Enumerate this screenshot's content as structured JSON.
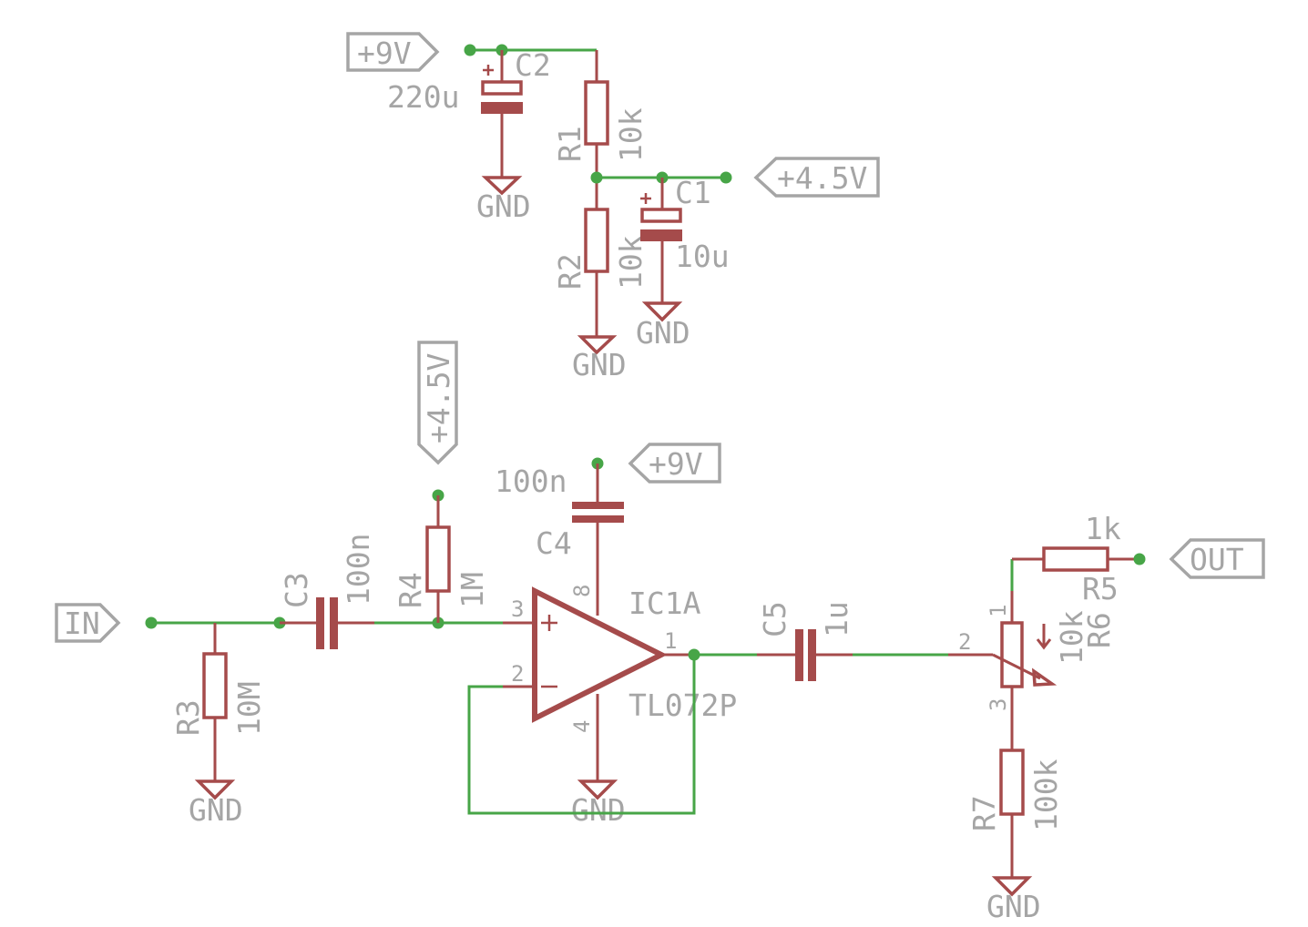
{
  "title": "TL072 buffer stage schematic",
  "colors": {
    "symbol": "#a54b4b",
    "wire": "#47a547",
    "text": "#a5a5a5",
    "background": "#ffffff"
  },
  "ports": {
    "vcc_top": "+9V",
    "vbias_right": "+4.5V",
    "vbias_vertical": "+4.5V",
    "vcc_opamp": "+9V",
    "input": "IN",
    "output": "OUT"
  },
  "components": {
    "C1": {
      "name": "C1",
      "value": "10u",
      "type": "electrolytic-capacitor"
    },
    "C2": {
      "name": "C2",
      "value": "220u",
      "type": "electrolytic-capacitor"
    },
    "C3": {
      "name": "C3",
      "value": "100n",
      "type": "capacitor"
    },
    "C4": {
      "name": "C4",
      "value": "100n",
      "type": "capacitor"
    },
    "C5": {
      "name": "C5",
      "value": "1u",
      "type": "capacitor"
    },
    "R1": {
      "name": "R1",
      "value": "10k",
      "type": "resistor"
    },
    "R2": {
      "name": "R2",
      "value": "10k",
      "type": "resistor"
    },
    "R3": {
      "name": "R3",
      "value": "10M",
      "type": "resistor"
    },
    "R4": {
      "name": "R4",
      "value": "1M",
      "type": "resistor"
    },
    "R5": {
      "name": "R5",
      "value": "1k",
      "type": "resistor"
    },
    "R6": {
      "name": "R6",
      "value": "10k",
      "type": "potentiometer"
    },
    "R7": {
      "name": "R7",
      "value": "100k",
      "type": "resistor"
    },
    "IC1A": {
      "name": "IC1A",
      "value": "TL072P",
      "type": "op-amp"
    }
  },
  "pins": {
    "ic_plus": "3",
    "ic_minus": "2",
    "ic_out": "1",
    "ic_vcc": "8",
    "ic_gnd": "4",
    "pot_1": "1",
    "pot_2": "2",
    "pot_3": "3"
  },
  "gnd_label": "GND",
  "plus_sign": "+"
}
